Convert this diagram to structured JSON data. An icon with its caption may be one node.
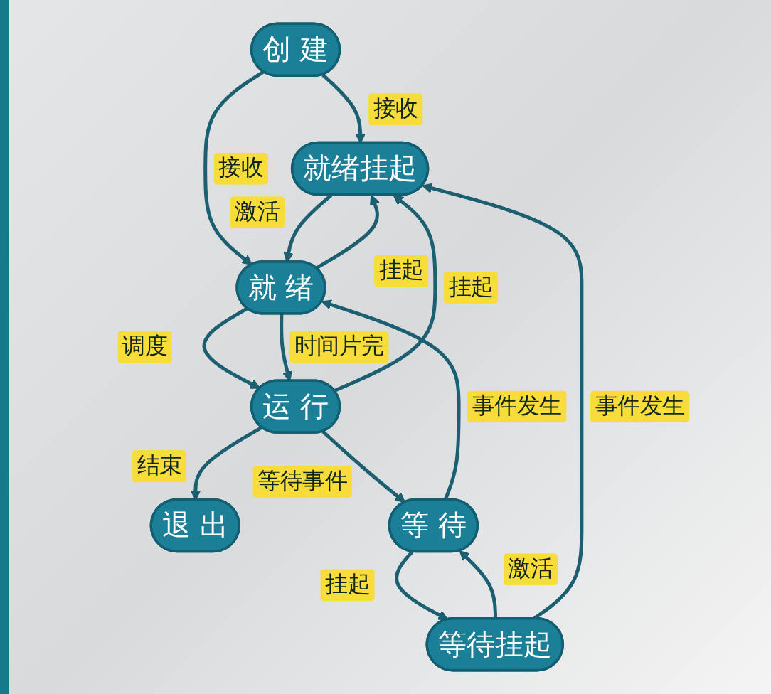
{
  "diagram": {
    "nodes": [
      {
        "text": [
          "创 建"
        ]
      },
      {
        "text": [
          "退 出"
        ]
      },
      {
        "text": [
          "就 绪"
        ]
      },
      {
        "text": [
          "运 行"
        ]
      },
      {
        "text": [
          "就绪挂起"
        ]
      },
      {
        "text": [
          "等 待"
        ]
      },
      {
        "text": [
          "等待挂起"
        ]
      }
    ],
    "edges": [
      {
        "from": 0,
        "to": 4,
        "arrow": "to",
        "label": "接收"
      },
      {
        "from": 0,
        "to": 2,
        "arrow": "to",
        "label": "接收"
      },
      {
        "from": 2,
        "to": 3,
        "arrow": "to",
        "label": "调度"
      },
      {
        "from": 3,
        "to": 1,
        "arrow": "to",
        "label": "结束"
      },
      {
        "from": 2,
        "to": 3,
        "arrow": "to",
        "label": "时间片完"
      },
      {
        "from": 4,
        "to": 2,
        "arrow": "to",
        "label": "激活"
      },
      {
        "from": 2,
        "to": 4,
        "arrow": "to",
        "label": "挂起"
      },
      {
        "from": 5,
        "to": 2,
        "arrow": "to",
        "label": "事件发生"
      },
      {
        "from": 3,
        "to": 4,
        "arrow": "to",
        "label": "挂起"
      },
      {
        "from": 3,
        "to": 5,
        "arrow": "to",
        "label": "等待事件"
      },
      {
        "from": 6,
        "to": 5,
        "arrow": "to",
        "label": "激活"
      },
      {
        "from": 5,
        "to": 6,
        "arrow": "to",
        "label": "挂起"
      },
      {
        "from": 6,
        "to": 4,
        "arrow": "to",
        "label": "事件发生"
      }
    ]
  }
}
